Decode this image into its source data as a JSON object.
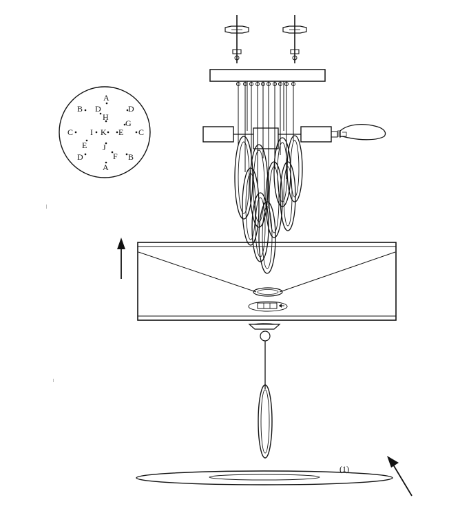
{
  "diagram": {
    "hole_map_labels": [
      "A",
      "B",
      "D",
      "D",
      "H",
      "G",
      "C",
      "I",
      "K",
      "E",
      "C",
      "E",
      "J",
      "D",
      "F",
      "B",
      "A"
    ],
    "step_label": "(1)",
    "colors": {
      "line": "#111111",
      "background": "#ffffff"
    }
  }
}
